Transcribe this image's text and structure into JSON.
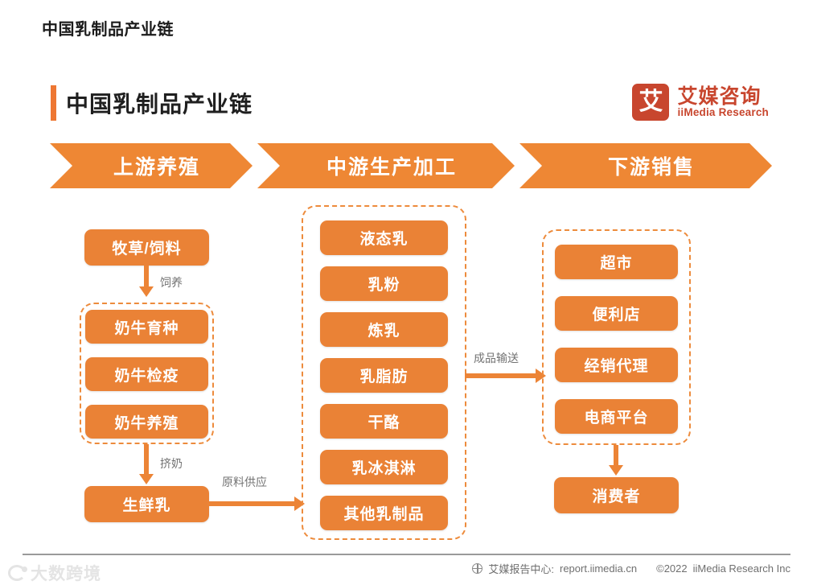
{
  "page": {
    "title": "中国乳制品产业链"
  },
  "card": {
    "title": "中国乳制品产业链",
    "brand": {
      "mark": "艾",
      "name_cn": "艾媒咨询",
      "name_en": "iiMedia Research"
    }
  },
  "banners": [
    {
      "label": "上游养殖"
    },
    {
      "label": "中游生产加工"
    },
    {
      "label": "下游销售"
    }
  ],
  "upstream": {
    "feed": "牧草/饲料",
    "edge_feeding": "饲养",
    "group": [
      "奶牛育种",
      "奶牛检疫",
      "奶牛养殖"
    ],
    "edge_milking": "挤奶",
    "raw_milk": "生鲜乳",
    "edge_supply": "原料供应"
  },
  "midstream": {
    "products": [
      "液态乳",
      "乳粉",
      "炼乳",
      "乳脂肪",
      "干酪",
      "乳冰淇淋",
      "其他乳制品"
    ],
    "edge_delivery": "成品输送"
  },
  "downstream": {
    "channels": [
      "超市",
      "便利店",
      "经销代理",
      "电商平台"
    ],
    "consumer": "消费者"
  },
  "footer": {
    "source_label": "艾媒报告中心:",
    "source_url": "report.iimedia.cn",
    "copyright": "©2022",
    "company": "iiMedia Research Inc",
    "watermark": "大数跨境"
  },
  "colors": {
    "node_orange": "#ea8236",
    "banner_orange": "#ee8734",
    "accent_orange": "#ee7733",
    "dashed_orange": "#ed8b3c",
    "brand_red": "#c8462e",
    "label_gray": "#737373"
  }
}
